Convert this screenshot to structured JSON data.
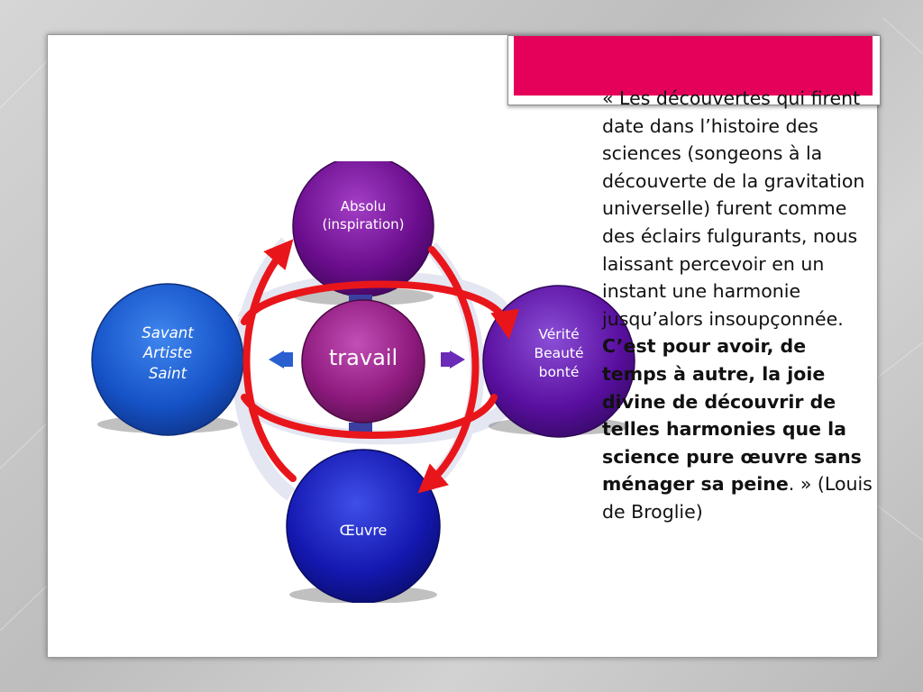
{
  "diagram": {
    "top": "Absolu\n(inspiration)",
    "left": "Savant\nArtiste\nSaint",
    "center": "travail",
    "right": "Vérité\nBeauté\nbonté",
    "bottom": "Œuvre"
  },
  "quote": {
    "intro": "« Les découvertes qui firent date dans l’histoire des sciences (songeons à la découverte de la gravitation universelle) furent comme des éclairs fulgurants, nous laissant percevoir en un instant une harmonie jusqu’alors insoupçonnée. ",
    "bold": "C’est pour avoir, de temps à autre, la joie divine de découvrir de telles harmonies que la science pure œuvre sans ménager sa peine",
    "outro": ". » (Louis de Broglie)"
  },
  "colors": {
    "title_bar": "#e5005a",
    "arrow": "#e8161b",
    "top_circle": "#6a0d8c",
    "left_circle": "#1653c8",
    "center_circle": "#8e1a7e",
    "right_circle": "#5a0fa0",
    "bottom_circle": "#1418b0"
  }
}
